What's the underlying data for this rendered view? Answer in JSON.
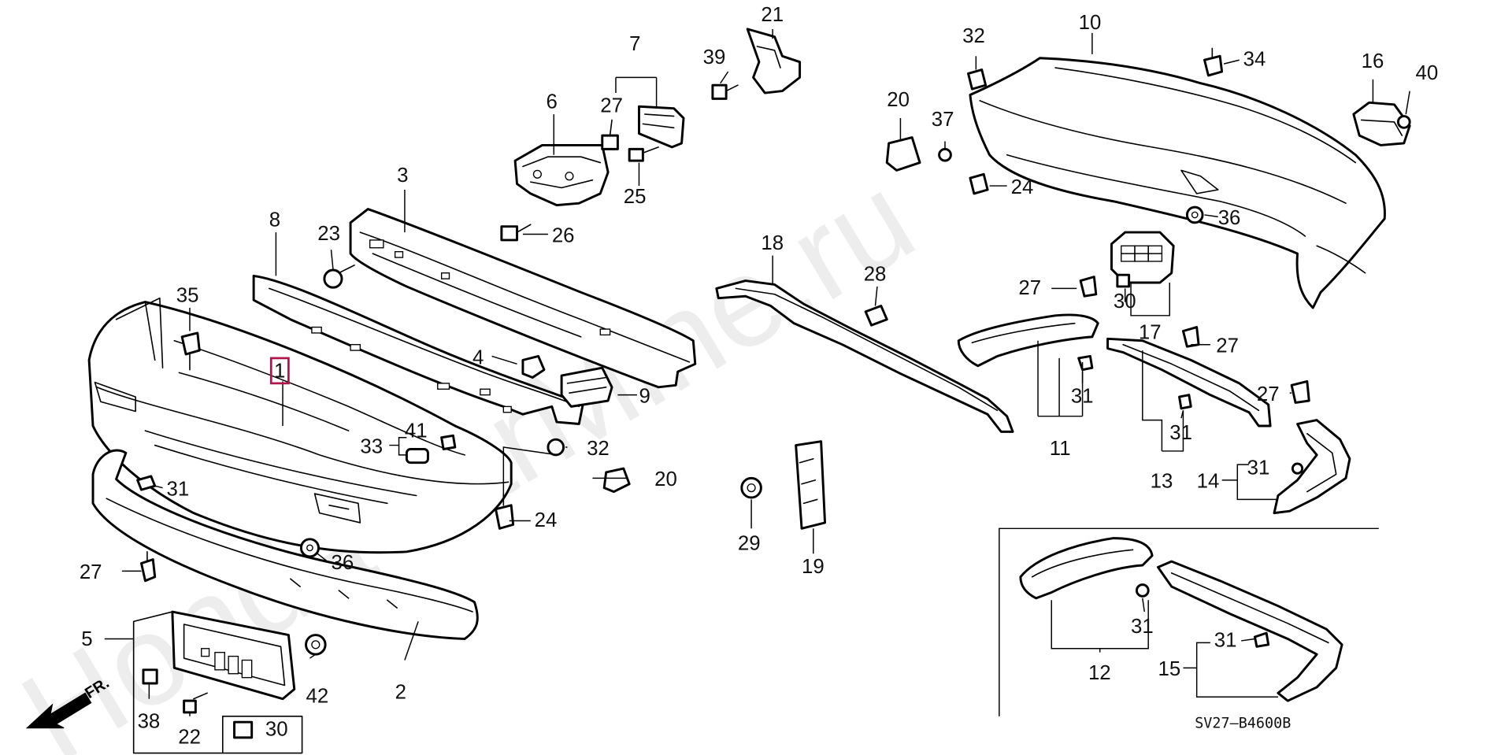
{
  "watermark": "HondaCarMine.ru",
  "diagram_code": "SV27—B4600B",
  "direction_label": "FR.",
  "highlighted_callout": "1",
  "highlight_color": "#b0144a",
  "callouts": {
    "c1": "1",
    "c2": "2",
    "c3": "3",
    "c4": "4",
    "c5": "5",
    "c6": "6",
    "c7": "7",
    "c8": "8",
    "c9": "9",
    "c10": "10",
    "c11": "11",
    "c12": "12",
    "c13": "13",
    "c14": "14",
    "c15": "15",
    "c16": "16",
    "c17": "17",
    "c18": "18",
    "c19": "19",
    "c20a": "20",
    "c20b": "20",
    "c21": "21",
    "c22": "22",
    "c23": "23",
    "c24a": "24",
    "c24b": "24",
    "c25": "25",
    "c26": "26",
    "c27a": "27",
    "c27b": "27",
    "c27c": "27",
    "c27d": "27",
    "c27e": "27",
    "c28": "28",
    "c29": "29",
    "c30a": "30",
    "c30b": "30",
    "c31a": "31",
    "c31b": "31",
    "c31c": "31",
    "c31d": "31",
    "c31e": "31",
    "c31f": "31",
    "c32a": "32",
    "c32b": "32",
    "c33": "33",
    "c34": "34",
    "c35": "35",
    "c36a": "36",
    "c36b": "36",
    "c37": "37",
    "c38": "38",
    "c39": "39",
    "c40": "40",
    "c41": "41",
    "c42": "42"
  }
}
